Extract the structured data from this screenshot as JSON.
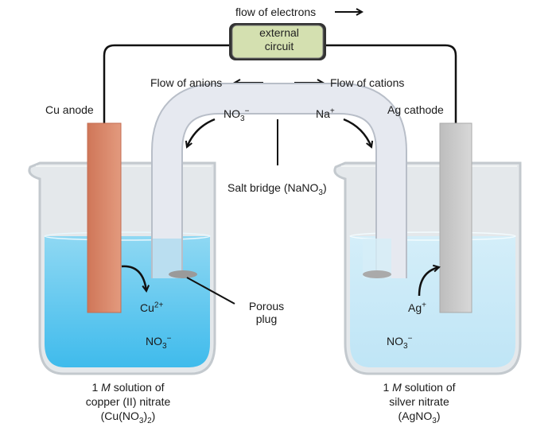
{
  "top": {
    "flow_electrons": "flow of electrons",
    "circuit_line1": "external",
    "circuit_line2": "circuit"
  },
  "bridge": {
    "flow_anions": "Flow of anions",
    "flow_cations": "Flow of cations",
    "anion_base": "NO",
    "anion_sub": "3",
    "anion_sup": "−",
    "cation_base": "Na",
    "cation_sup": "+",
    "label_prefix": "Salt bridge (NaNO",
    "label_sub": "3",
    "label_suffix": ")"
  },
  "left": {
    "electrode": "Cu anode",
    "ion_base": "Cu",
    "ion_sup": "2+",
    "anion_base": "NO",
    "anion_sub": "3",
    "anion_sup": "−",
    "plug_line1": "Porous",
    "plug_line2": "plug",
    "cap_line1_num": "1 ",
    "cap_line1_m": "M",
    "cap_line1_rest": " solution of",
    "cap_line2": "copper (II) nitrate",
    "cap_line3_a": "(Cu(NO",
    "cap_line3_sub1": "3",
    "cap_line3_b": ")",
    "cap_line3_sub2": "2",
    "cap_line3_c": ")"
  },
  "right": {
    "electrode": "Ag cathode",
    "ion_base": "Ag",
    "ion_sup": "+",
    "anion_base": "NO",
    "anion_sub": "3",
    "anion_sup": "−",
    "cap_line1_num": "1 ",
    "cap_line1_m": "M",
    "cap_line1_rest": " solution of",
    "cap_line2": "silver nitrate",
    "cap_line3_a": "(AgNO",
    "cap_line3_sub": "3",
    "cap_line3_b": ")"
  },
  "colors": {
    "copper": "#d9866a",
    "silver": "#c8c8c8",
    "left_solution": "#5ec8ee",
    "right_solution": "#c6e8f7",
    "circuit_box": "#d4e0b0",
    "glass": "#dfe3e7"
  }
}
